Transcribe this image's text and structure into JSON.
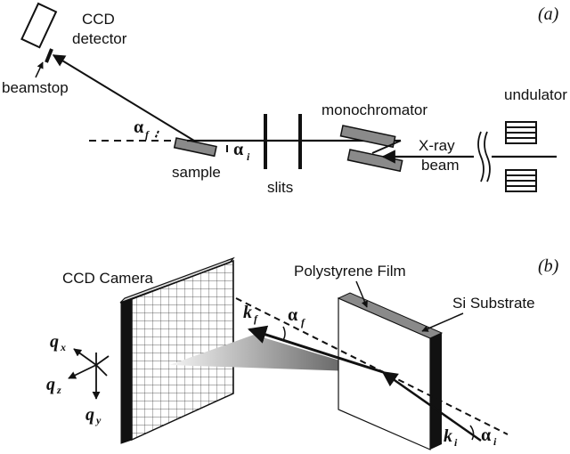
{
  "panel_a": {
    "tag": "(a)",
    "ccd_label_line1": "CCD",
    "ccd_label_line2": "detector",
    "beamstop": "beamstop",
    "sample": "sample",
    "slits": "slits",
    "monochromator": "monochromator",
    "xray_line1": "X-ray",
    "xray_line2": "beam",
    "undulator": "undulator",
    "alpha": "α",
    "sub_f": "f",
    "sub_i": "i"
  },
  "panel_b": {
    "tag": "(b)",
    "ccd_camera": "CCD Camera",
    "polystyrene": "Polystyrene Film",
    "substrate": "Si Substrate",
    "k": "k",
    "q": "q",
    "alpha": "α",
    "sub_f": "f",
    "sub_i": "i",
    "sub_x": "x",
    "sub_y": "y",
    "sub_z": "z"
  },
  "colors": {
    "ink": "#111111",
    "gray": "#8a8a8a",
    "dark_gray": "#555555"
  }
}
